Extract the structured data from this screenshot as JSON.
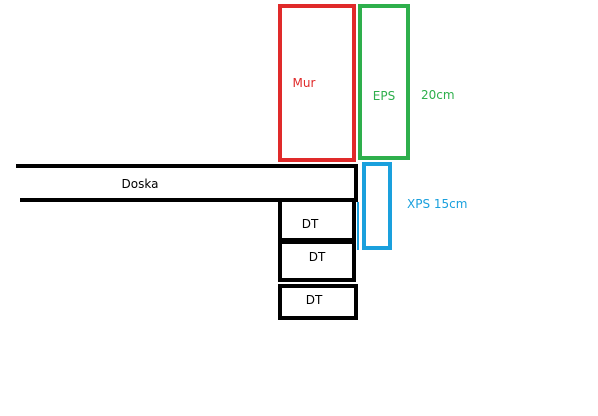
{
  "labels": {
    "mur": "Mur",
    "eps": "EPS",
    "eps_thickness": "20cm",
    "xps": "XPS 15cm",
    "board": "Doska",
    "dt_1": "DT",
    "dt_2": "DT",
    "dt_3": "DT"
  },
  "colors": {
    "background": "#ffffff",
    "mur": "#e02a2a",
    "eps": "#2eaf4c",
    "xps": "#1aa0dd",
    "structure": "#000000"
  }
}
